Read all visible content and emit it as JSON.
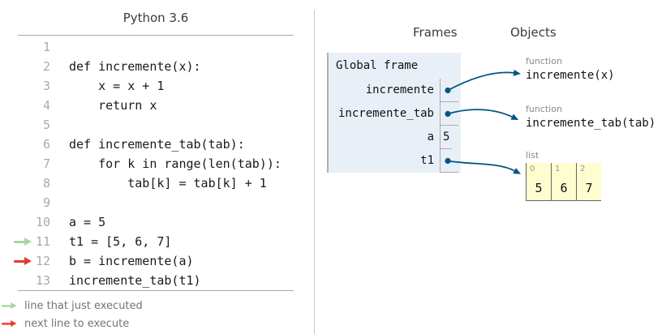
{
  "code_panel": {
    "title": "Python 3.6",
    "lines": [
      {
        "num": "1",
        "text": "",
        "markerClass": "gutter-arrow"
      },
      {
        "num": "2",
        "text": "def incremente(x):",
        "markerClass": "gutter-arrow"
      },
      {
        "num": "3",
        "text": "    x = x + 1",
        "markerClass": "gutter-arrow"
      },
      {
        "num": "4",
        "text": "    return x",
        "markerClass": "gutter-arrow"
      },
      {
        "num": "5",
        "text": "",
        "markerClass": "gutter-arrow"
      },
      {
        "num": "6",
        "text": "def incremente_tab(tab):",
        "markerClass": "gutter-arrow"
      },
      {
        "num": "7",
        "text": "    for k in range(len(tab)):",
        "markerClass": "gutter-arrow"
      },
      {
        "num": "8",
        "text": "        tab[k] = tab[k] + 1",
        "markerClass": "gutter-arrow"
      },
      {
        "num": "9",
        "text": "",
        "markerClass": "gutter-arrow"
      },
      {
        "num": "10",
        "text": "a = 5",
        "markerClass": "gutter-arrow"
      },
      {
        "num": "11",
        "text": "t1 = [5, 6, 7]",
        "markerClass": "gutter-arrow green"
      },
      {
        "num": "12",
        "text": "b = incremente(a)",
        "markerClass": "gutter-arrow red"
      },
      {
        "num": "13",
        "text": "incremente_tab(t1)",
        "markerClass": "gutter-arrow"
      }
    ],
    "legend": [
      {
        "label": "line that just executed",
        "color": "#a8d5a2"
      },
      {
        "label": "next line to execute",
        "color": "#e8392e"
      }
    ]
  },
  "viz_panel": {
    "frames_header": "Frames",
    "objects_header": "Objects",
    "global_frame": {
      "title": "Global frame",
      "variables": [
        {
          "name": "incremente",
          "value": "",
          "kind": "pointer"
        },
        {
          "name": "incremente_tab",
          "value": "",
          "kind": "pointer"
        },
        {
          "name": "a",
          "value": "5",
          "kind": "literal"
        },
        {
          "name": "t1",
          "value": "",
          "kind": "pointer"
        }
      ]
    },
    "objects": {
      "func1": {
        "type_label": "function",
        "signature": "incremente(x)"
      },
      "func2": {
        "type_label": "function",
        "signature": "incremente_tab(tab)"
      },
      "list1": {
        "type_label": "list",
        "cells": [
          {
            "index": "0",
            "value": "5"
          },
          {
            "index": "1",
            "value": "6"
          },
          {
            "index": "2",
            "value": "7"
          }
        ]
      }
    },
    "colors": {
      "pointer_arrow": "#005583",
      "frame_bg": "#e9eff7",
      "list_cell_bg": "#fdfdd0",
      "just_executed_arrow": "#a8d5a2",
      "next_line_arrow": "#e8392e"
    }
  }
}
